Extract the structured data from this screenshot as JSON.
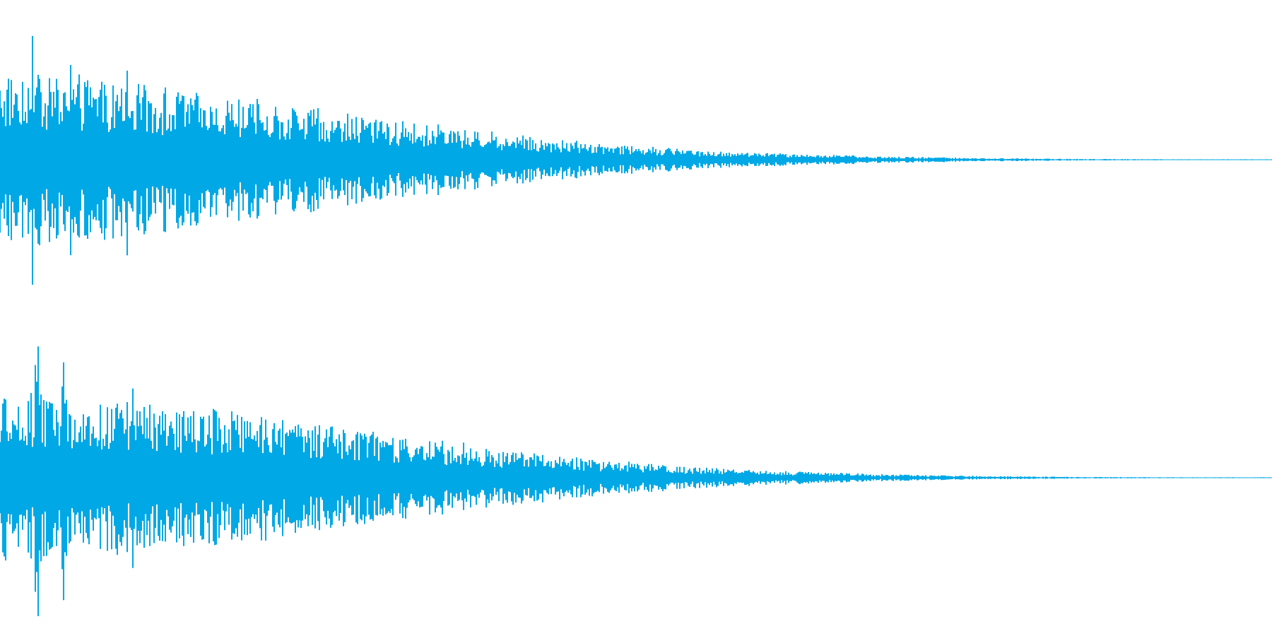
{
  "waveform": {
    "color": "#00a8e6",
    "background": "#ffffff",
    "channels": [
      {
        "label": "",
        "peak_amplitude": 1.0,
        "envelope": [
          1.0,
          0.92,
          0.78,
          0.62,
          0.45,
          0.32,
          0.2,
          0.12,
          0.07,
          0.04,
          0.02,
          0.01,
          0.005,
          0.002
        ]
      },
      {
        "label": "",
        "peak_amplitude": 1.0,
        "envelope": [
          0.95,
          0.9,
          0.8,
          0.65,
          0.5,
          0.35,
          0.22,
          0.13,
          0.08,
          0.04,
          0.02,
          0.01,
          0.005,
          0.002
        ]
      }
    ]
  }
}
